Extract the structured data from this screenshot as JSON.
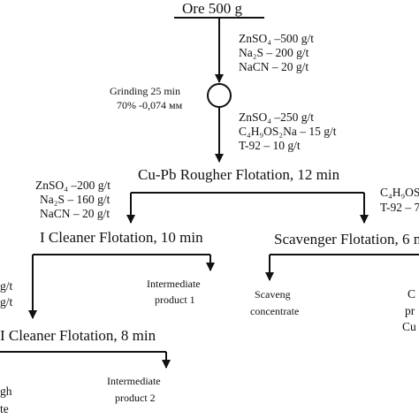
{
  "flowsheet": {
    "feed": "Ore 500 g",
    "reagents_1": [
      "ZnSO₄ –500 g/t",
      "Na₂S – 200 g/t",
      "NaCN – 20 g/t"
    ],
    "grinding": [
      "Grinding 25 min",
      "70% -0,074 мм"
    ],
    "reagents_2": [
      "ZnSO₄ –250 g/t",
      "C₄H₉OS₂Na – 15 g/t",
      "T-92 – 10 g/t"
    ],
    "rougher": "Cu-Pb Rougher Flotation, 12 min",
    "reagents_left": [
      "ZnSO₄ –200 g/t",
      "Na₂S – 160 g/t",
      "NaCN – 20 g/t"
    ],
    "reagents_right": [
      "C₄H₉OS",
      "T-92 – 7"
    ],
    "cleaner_1": "I Cleaner Flotation, 10 min",
    "scavenger": "Scavenger Flotation, 6 m",
    "intermediate_1": [
      "Intermediate",
      "product 1"
    ],
    "scaveng_concentrate": [
      "Scaveng",
      "concentrate"
    ],
    "right_edge_text": [
      "C",
      "pr",
      "Cu"
    ],
    "left_edge_text": [
      "g/t",
      "g/t"
    ],
    "cleaner_2": "I Cleaner Flotation, 8 min",
    "intermediate_2": [
      "Intermediate",
      "product 2"
    ],
    "bottom_left_text": [
      "gh",
      "te"
    ]
  }
}
